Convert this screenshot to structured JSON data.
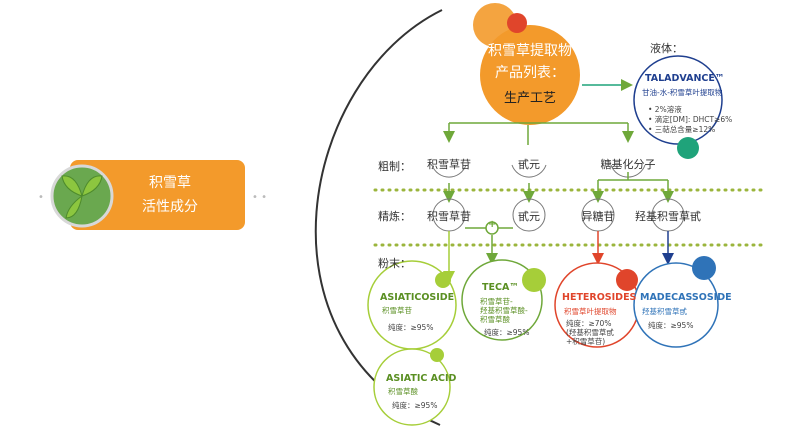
{
  "left": {
    "line1": "积雪草",
    "line2": "活性成分"
  },
  "title": {
    "line1": "积雪草提取物",
    "line2": "产品列表：",
    "line3": "生产工艺"
  },
  "liquid": {
    "label": "液体：",
    "name": "TALADVANCE™",
    "subtitle": "甘油-水-积雪草叶提取物",
    "items": [
      "• 2%溶液",
      "• 滴定[DM]: DHCT≥6%",
      "• 三萜总含量≥12%"
    ]
  },
  "stages": {
    "crude": "粗制：",
    "refine": "精炼：",
    "powder": "粉末："
  },
  "crude_nodes": [
    "积雪草苷",
    "甙元",
    "糖基化分子"
  ],
  "refine_nodes": [
    "积雪草苷",
    "甙元",
    "异糖苷",
    "羟基积雪草甙"
  ],
  "products": {
    "asiaticoside": {
      "name": "ASIATICOSIDE",
      "cn": "积雪草苷",
      "spec": "纯度：≥95%"
    },
    "teca": {
      "name": "TECA™",
      "cn": [
        "积雪草苷-",
        "羟基积雪草酸-",
        "积雪草酸"
      ],
      "spec": "纯度：≥95%"
    },
    "heterosides": {
      "name": "HETEROSIDES",
      "cn": "积雪草叶提取物",
      "spec": [
        "纯度：≥70%",
        "(羟基积雪草甙",
        "+积雪草苷)"
      ]
    },
    "madecassoside": {
      "name": "MADECASSOSIDE",
      "cn": "羟基积雪草甙",
      "spec": "纯度：≥95%"
    },
    "asiatic_acid": {
      "name": "ASIATIC ACID",
      "cn": "积雪草酸",
      "spec": "纯度：≥95%"
    }
  },
  "plus_symbol": "+",
  "colors": {
    "orange": "#F39A2B",
    "green": "#6FA83A",
    "lightgreen": "#A6CE39",
    "red": "#E0452B",
    "blue": "#2F73B8",
    "navy": "#1F3F8F",
    "teal": "#1FA37A"
  }
}
